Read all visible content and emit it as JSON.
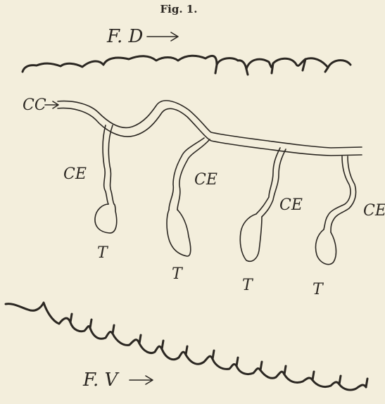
{
  "figure_title": "Fig. 1.",
  "labels": {
    "fd": "F. D",
    "fv": "F. V",
    "cc": "CC",
    "ce": [
      "CE",
      "CE",
      "CE",
      "CE"
    ],
    "t": [
      "T",
      "T",
      "T",
      "T"
    ]
  },
  "colors": {
    "background": "#f3eedc",
    "ink": "#2b2722"
  }
}
